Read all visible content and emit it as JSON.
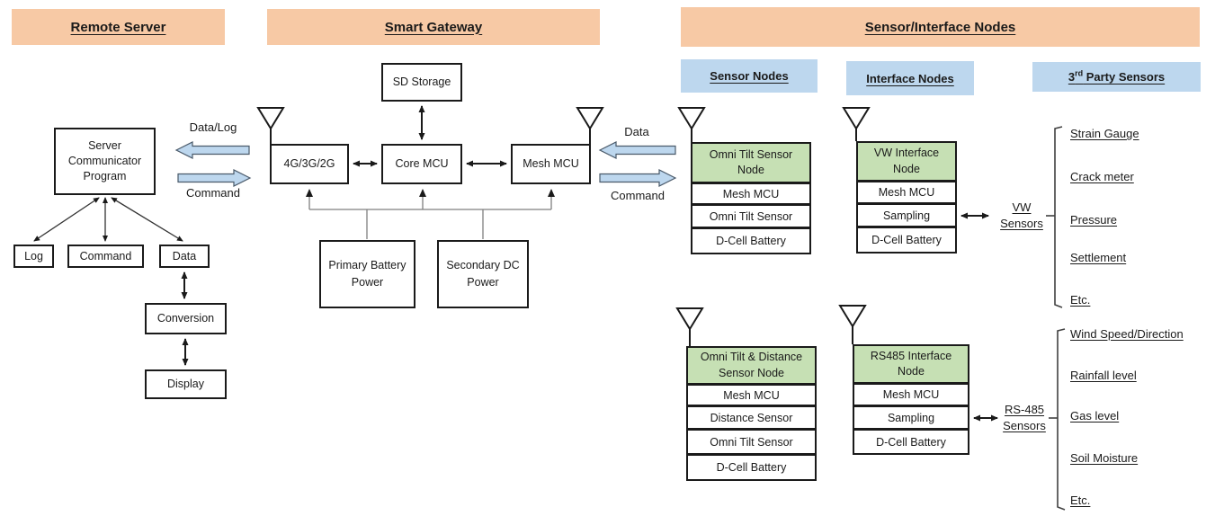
{
  "sections": {
    "remote_server": "Remote Server",
    "smart_gateway": "Smart Gateway",
    "sensor_interface": "Sensor/Interface Nodes"
  },
  "subheaders": {
    "sensor_nodes": "Sensor Nodes",
    "interface_nodes": "Interface Nodes",
    "third_party": {
      "prefix": "3",
      "sup": "rd",
      "rest": " Party Sensors"
    }
  },
  "remote_server": {
    "scp": "Server Communicator Program",
    "log": "Log",
    "command": "Command",
    "data": "Data",
    "conversion": "Conversion",
    "display": "Display"
  },
  "gateway": {
    "sd_storage": "SD Storage",
    "modem": "4G/3G/2G",
    "core_mcu": "Core MCU",
    "mesh_mcu": "Mesh MCU",
    "primary_power": "Primary Battery Power",
    "secondary_power": "Secondary DC Power"
  },
  "links": {
    "left": {
      "top": "Data/Log",
      "bottom": "Command"
    },
    "right": {
      "top": "Data",
      "bottom": "Command"
    }
  },
  "stacks": {
    "omni_tilt": {
      "title": "Omni Tilt Sensor Node",
      "rows": [
        "Mesh MCU",
        "Omni Tilt Sensor",
        "D-Cell Battery"
      ]
    },
    "vw_interface": {
      "title": "VW Interface Node",
      "rows": [
        "Mesh MCU",
        "Sampling",
        "D-Cell Battery"
      ]
    },
    "omni_tilt_distance": {
      "title": "Omni Tilt & Distance Sensor Node",
      "rows": [
        "Mesh MCU",
        "Distance Sensor",
        "Omni Tilt Sensor",
        "D-Cell Battery"
      ]
    },
    "rs485_interface": {
      "title": "RS485 Interface Node",
      "rows": [
        "Mesh MCU",
        "Sampling",
        "D-Cell Battery"
      ]
    }
  },
  "sensor_groups": {
    "vw": {
      "label_line1": "VW",
      "label_line2": "Sensors",
      "items": [
        "Strain Gauge",
        "Crack meter",
        "Pressure",
        "Settlement",
        "Etc."
      ]
    },
    "rs485": {
      "label_line1": "RS-485",
      "label_line2": "Sensors",
      "items": [
        "Wind Speed/Direction",
        "Rainfall level",
        "Gas level",
        "Soil Moisture",
        "Etc."
      ]
    }
  },
  "colors": {
    "section_header": "#F7C9A5",
    "subheader": "#BDD7EE",
    "node_header": "#C6E0B4",
    "flow_arrow_fill": "#BDD7EE",
    "line": "#1a1a1a"
  }
}
